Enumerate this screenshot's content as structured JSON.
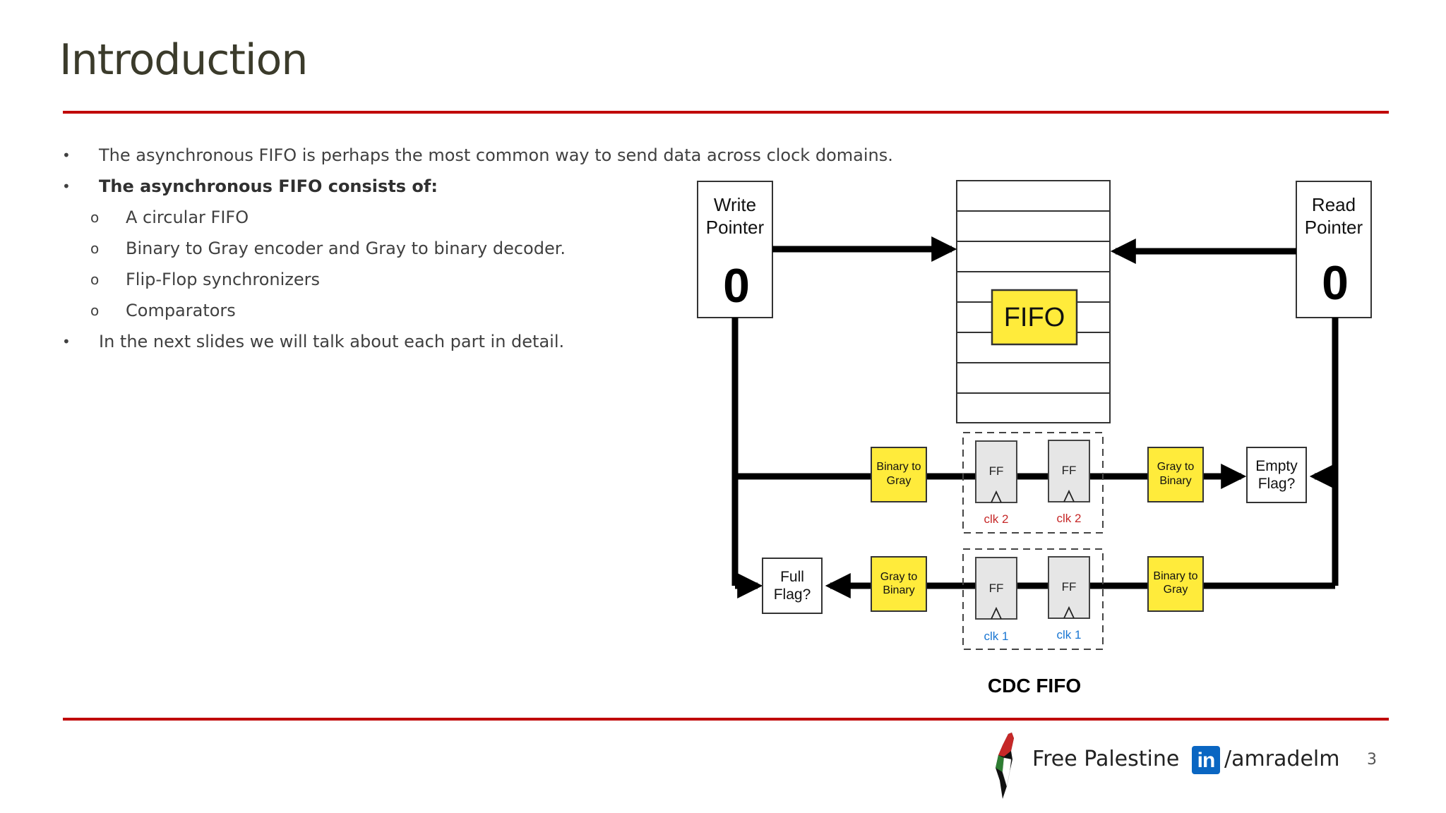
{
  "slide": {
    "title": "Introduction",
    "page_number": "3"
  },
  "bullets": [
    {
      "marker": "•",
      "text": "The asynchronous FIFO is perhaps the most common way to send data across clock domains."
    },
    {
      "marker": "•",
      "text": "The asynchronous FIFO consists of:"
    },
    {
      "marker": "o",
      "text": "A circular FIFO"
    },
    {
      "marker": "o",
      "text": "Binary to Gray encoder and Gray to binary decoder."
    },
    {
      "marker": "o",
      "text": "Flip-Flop synchronizers"
    },
    {
      "marker": "o",
      "text": "Comparators"
    },
    {
      "marker": "•",
      "text": "In the next slides we will talk about each part in detail."
    }
  ],
  "diagram": {
    "write_pointer": {
      "line1": "Write",
      "line2": "Pointer",
      "value": "0"
    },
    "read_pointer": {
      "line1": "Read",
      "line2": "Pointer",
      "value": "0"
    },
    "fifo_label": "FIFO",
    "top_path": {
      "encoder": {
        "line1": "Binary to",
        "line2": "Gray"
      },
      "ff1": "FF",
      "ff2": "FF",
      "clk1": "clk 2",
      "clk2": "clk 2",
      "decoder": {
        "line1": "Gray to",
        "line2": "Binary"
      },
      "flag": {
        "line1": "Empty",
        "line2": "Flag?"
      }
    },
    "bottom_path": {
      "encoder": {
        "line1": "Binary to",
        "line2": "Gray"
      },
      "ff1": "FF",
      "ff2": "FF",
      "clk1": "clk 1",
      "clk2": "clk 1",
      "decoder": {
        "line1": "Gray to",
        "line2": "Binary"
      },
      "flag": {
        "line1": "Full",
        "line2": "Flag?"
      }
    },
    "caption": "CDC FIFO"
  },
  "footer": {
    "slogan": "Free Palestine",
    "linkedin_icon_text": "in",
    "handle": "/amradelm"
  },
  "colors": {
    "accent_rule": "#c00000",
    "block_yellow": "#ffeb3b",
    "ff_fill": "#e6e6e6",
    "clk2_color": "#c62828",
    "clk1_color": "#1976d2",
    "linkedin_blue": "#0a66c2"
  }
}
